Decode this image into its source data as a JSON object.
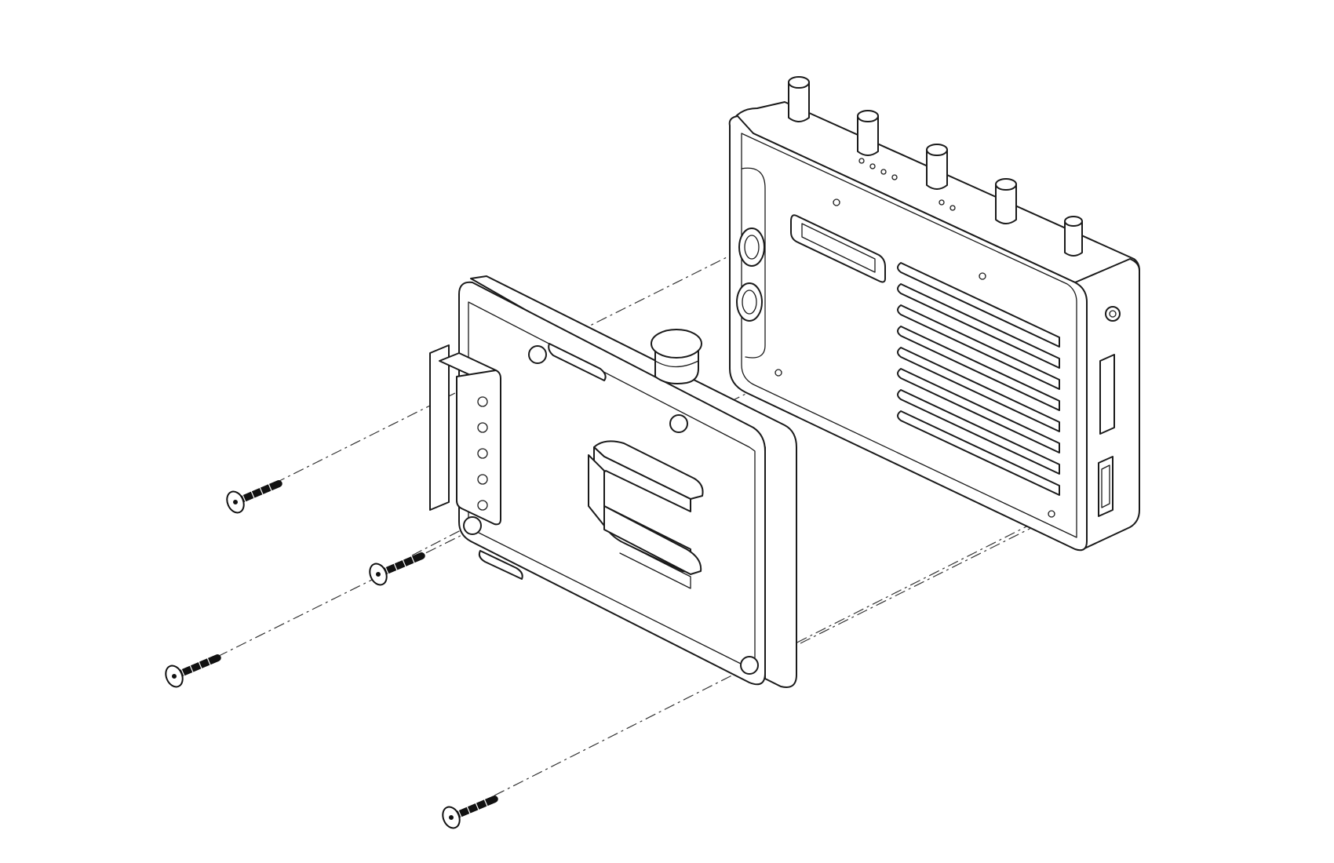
{
  "diagram": {
    "type": "exploded-assembly-line-drawing",
    "parts": [
      {
        "id": "transmitter-unit",
        "icon": "device-housing"
      },
      {
        "id": "v-mount-battery-plate",
        "icon": "battery-plate"
      },
      {
        "id": "mounting-screw",
        "count": 4,
        "icon": "flat-head-screw"
      }
    ],
    "colors": {
      "line": "#1a1a1a",
      "background": "#ffffff"
    }
  }
}
